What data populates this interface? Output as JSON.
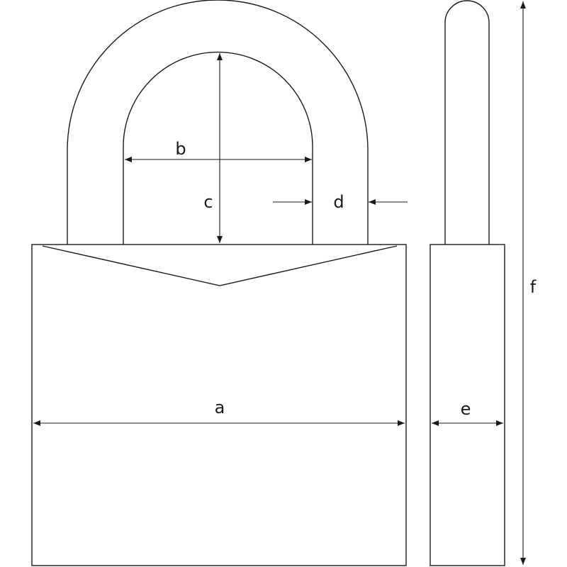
{
  "diagram": {
    "labels": {
      "a": "a",
      "b": "b",
      "c": "c",
      "d": "d",
      "e": "e",
      "f": "f"
    },
    "colors": {
      "line": "#1a1a1a",
      "background": "#ffffff"
    }
  }
}
